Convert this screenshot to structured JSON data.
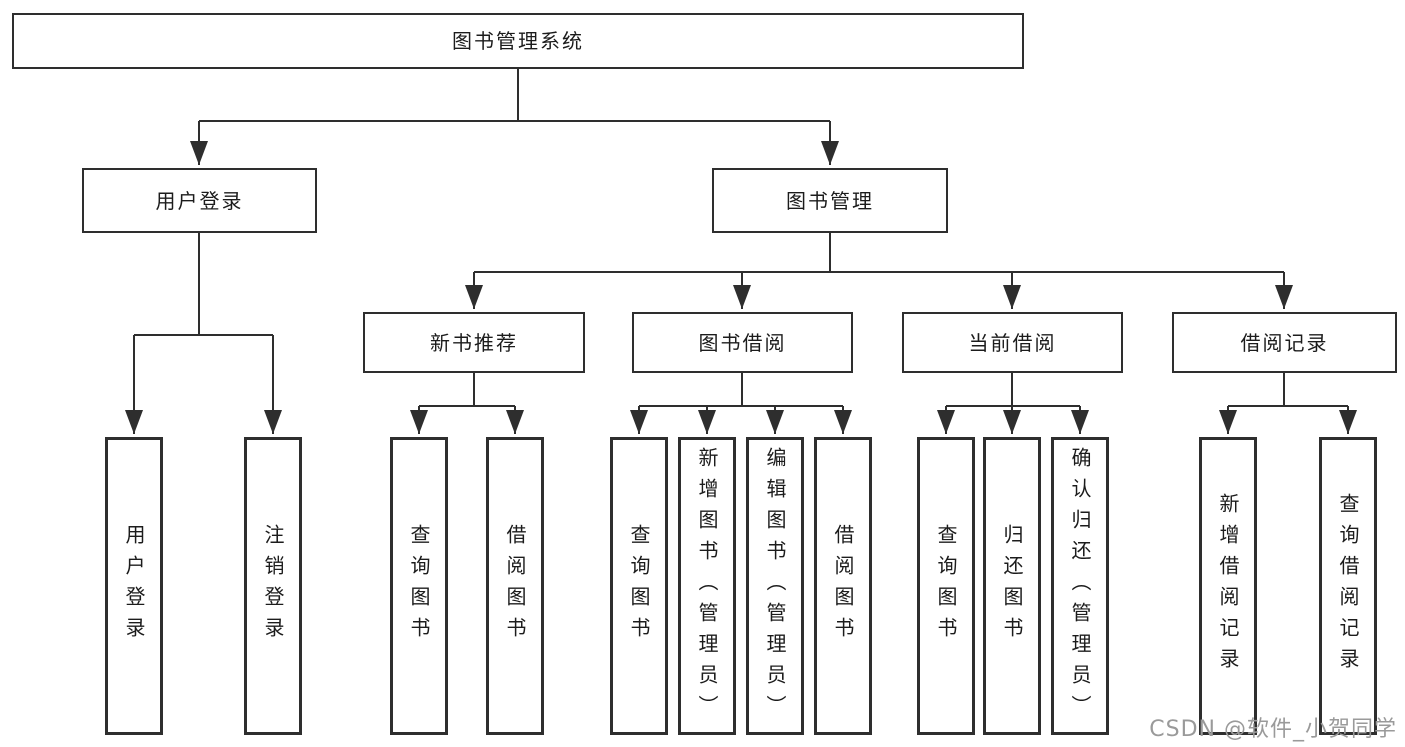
{
  "tree": {
    "label": "图书管理系统",
    "children": [
      {
        "label": "用户登录",
        "children": [
          {
            "label": "用户登录"
          },
          {
            "label": "注销登录"
          }
        ]
      },
      {
        "label": "图书管理",
        "children": [
          {
            "label": "新书推荐",
            "children": [
              {
                "label": "查询图书"
              },
              {
                "label": "借阅图书"
              }
            ]
          },
          {
            "label": "图书借阅",
            "children": [
              {
                "label": "查询图书"
              },
              {
                "label": "新增图书（管理员）"
              },
              {
                "label": "编辑图书（管理员）"
              },
              {
                "label": "借阅图书"
              }
            ]
          },
          {
            "label": "当前借阅",
            "children": [
              {
                "label": "查询图书"
              },
              {
                "label": "归还图书"
              },
              {
                "label": "确认归还（管理员）"
              }
            ]
          },
          {
            "label": "借阅记录",
            "children": [
              {
                "label": "新增借阅记录"
              },
              {
                "label": "查询借阅记录"
              }
            ]
          }
        ]
      }
    ]
  },
  "watermark": {
    "text": "CSDN @软件_小贺同学"
  },
  "colors": {
    "line": "#2e2e2e",
    "text": "#1c1c1c",
    "watermark_gray": "#9a9a9a",
    "background": "#ffffff"
  }
}
